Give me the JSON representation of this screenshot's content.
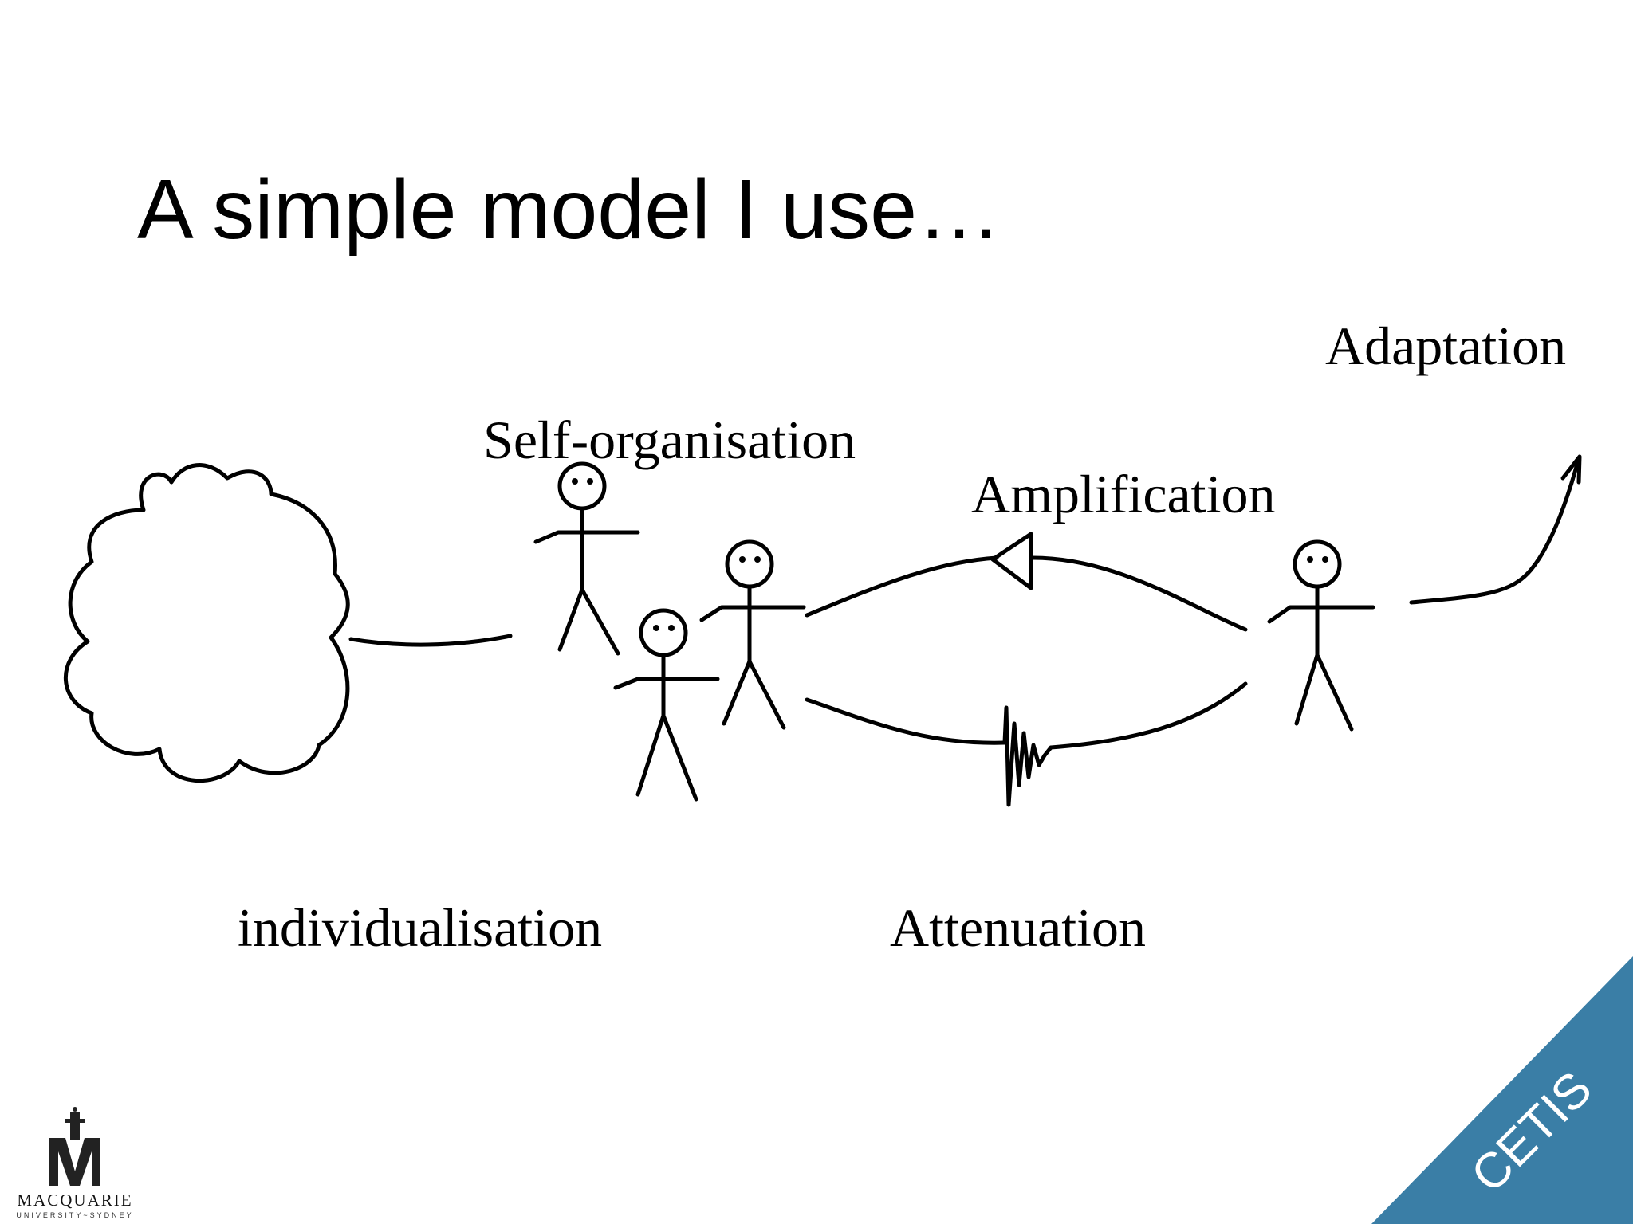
{
  "slide": {
    "title": "A simple model I use…",
    "labels": {
      "adaptation": "Adaptation",
      "self_organisation": "Self-organisation",
      "amplification": "Amplification",
      "individualisation": "individualisation",
      "attenuation": "Attenuation"
    },
    "corner_badge": {
      "text": "CETIS",
      "color": "#3a7ea6"
    },
    "logo": {
      "name": "MACQUARIE",
      "subtitle": "UNIVERSITY~SYDNEY"
    }
  },
  "icons": [
    "cloud-icon",
    "stick-figure-icon",
    "triangle-arrow-icon",
    "resistor-icon",
    "curved-arrow-icon",
    "university-crest-icon"
  ]
}
